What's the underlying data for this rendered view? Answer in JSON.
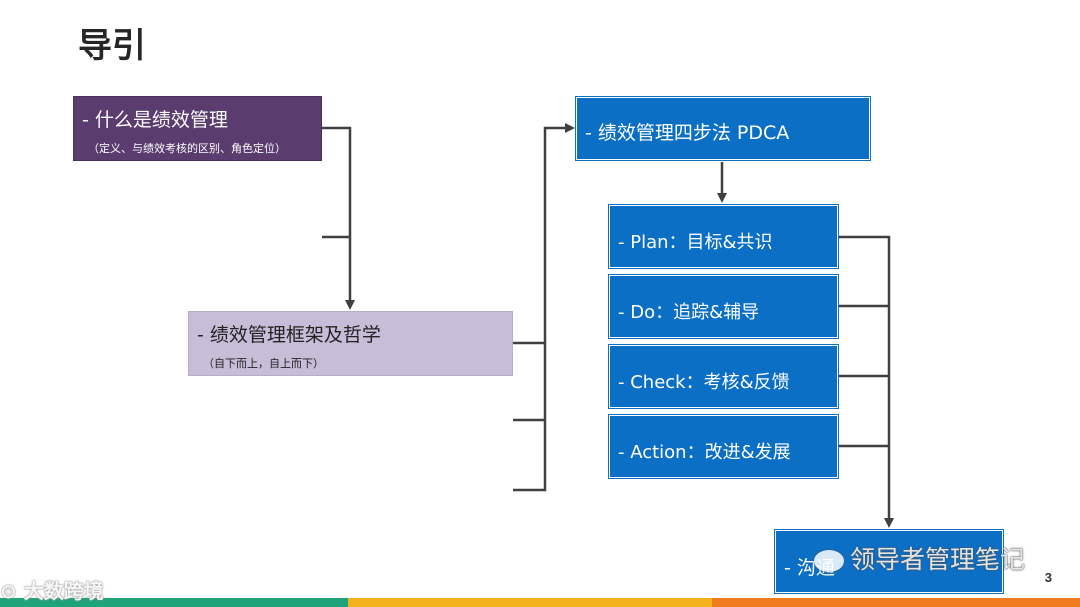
{
  "title": "导引",
  "boxes": {
    "what_is": {
      "label": "- 什么是绩效管理",
      "sub": "（定义、与绩效考核的区别、角色定位）"
    },
    "framework": {
      "label": "- 绩效管理框架及哲学",
      "sub": "（自下而上，自上而下）"
    },
    "four_steps": {
      "label": "- 绩效管理四步法    PDCA"
    },
    "plan": {
      "label": "- Plan：目标&共识"
    },
    "do": {
      "label": "- Do：追踪&辅导"
    },
    "check": {
      "label": "- Check：考核&反馈"
    },
    "action": {
      "label": "- Action：改进&发展"
    },
    "communicate": {
      "label": "- 沟通"
    }
  },
  "page_number": "3",
  "watermarks": {
    "left": "大数跨境",
    "right": "领导者管理笔记",
    "left_icon": "logo-icon",
    "right_icon": "wechat-icon"
  },
  "colors": {
    "purple": "#5a3c6e",
    "lilac": "#c8bdd8",
    "blue": "#0c6fc6",
    "connector": "#404040",
    "bar_green": "#1fa37a",
    "bar_yellow": "#f3b21b",
    "bar_orange": "#ef7b1e"
  }
}
